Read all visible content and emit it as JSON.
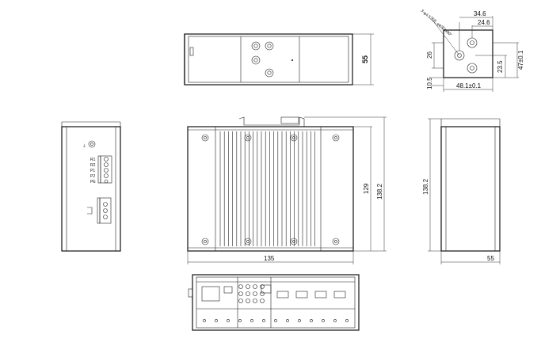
{
  "dimensions": {
    "top_height": "55",
    "holes_width_outer": "34.6",
    "holes_width_inner": "24.6",
    "holes_left_offset": "26",
    "holes_right_outer": "47±0.1",
    "holes_right_inner": "23.5",
    "holes_bottom_left": "10.5",
    "holes_bottom_width": "48.1±0.1",
    "holes_note": "3-φ4.5沉孔\nφ8深4x90°",
    "front_width": "135",
    "front_height_inner": "129",
    "front_height_outer": "138.2",
    "side_height": "138.2",
    "side_width": "55"
  },
  "panel_labels": {
    "term_1": "R1",
    "term_2": "R2",
    "term_3": "P1",
    "term_4": "P2",
    "term_5": "PE"
  }
}
